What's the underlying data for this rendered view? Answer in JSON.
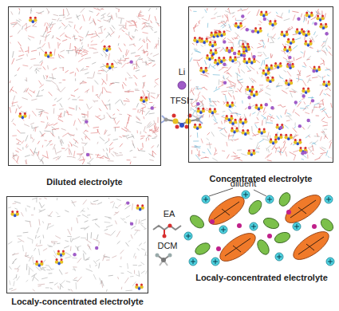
{
  "diagram": {
    "nodes": [
      {
        "text": [
          "Diluted electrolyte"
        ]
      },
      {
        "text": [
          "Concentrated electrolyte"
        ]
      },
      {
        "text": [
          "Localy-concentrated electrolyte"
        ]
      }
    ],
    "labels": [
      "Li",
      "TFSI⁻",
      "EA",
      "DCM",
      "diluent",
      "Localy-concentrated electrolyte"
    ]
  }
}
